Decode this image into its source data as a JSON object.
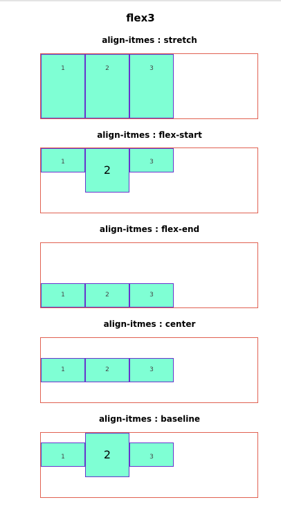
{
  "page": {
    "title": "flex3"
  },
  "sections": [
    {
      "title": "align-itmes : stretch",
      "items": [
        "1",
        "2",
        "3"
      ]
    },
    {
      "title": "align-itmes : flex-start",
      "items": [
        "1",
        "2",
        "3"
      ]
    },
    {
      "title": "align-itmes : flex-end",
      "items": [
        "1",
        "2",
        "3"
      ]
    },
    {
      "title": "align-itmes : center",
      "items": [
        "1",
        "2",
        "3"
      ]
    },
    {
      "title": "align-itmes : baseline",
      "items": [
        "1",
        "2",
        "3"
      ]
    }
  ],
  "colors": {
    "item_background": "#7fffd4",
    "item_border": "#6633cc",
    "container_border": "#e06050"
  }
}
